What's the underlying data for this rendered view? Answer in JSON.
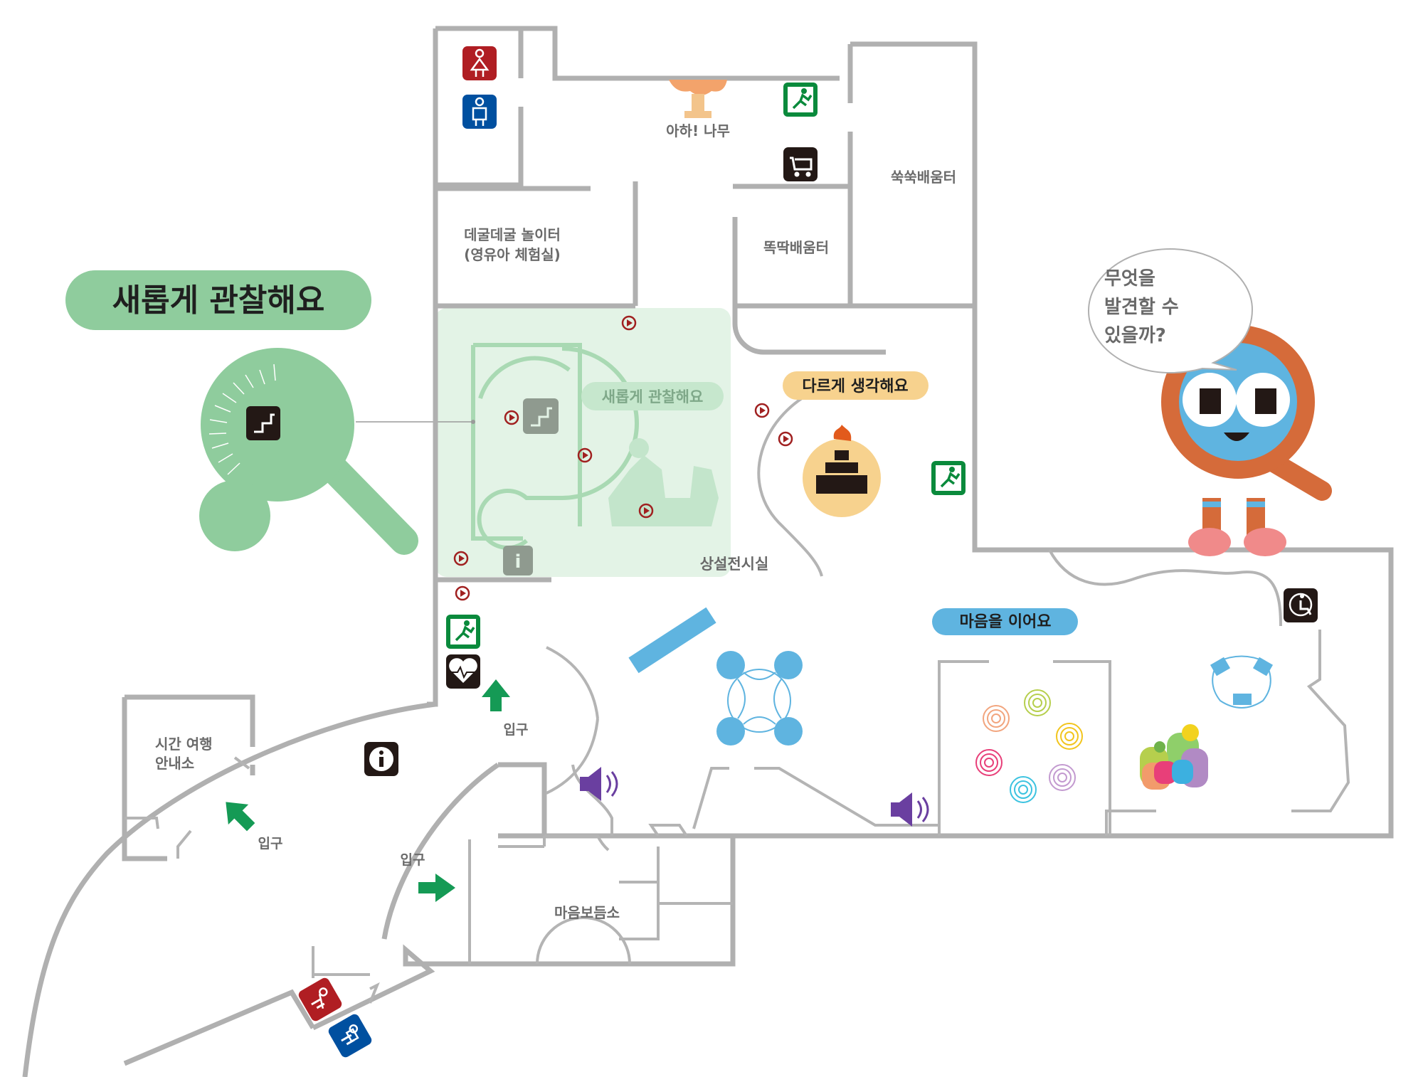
{
  "labels": {
    "tree": "아하! 나무",
    "room_ssuk": "쑥쑥배움터",
    "room_ddokddak": "똑딱배움터",
    "room_degul_1": "데굴데굴 놀이터",
    "room_degul_2": "(영유아 체험실)",
    "permanent": "상설전시실",
    "time_travel_1": "시간 여행",
    "time_travel_2": "안내소",
    "entrance": "입구",
    "maeum_center": "마음보듬소",
    "speech_1": "무엇을",
    "speech_2": "발견할 수",
    "speech_3": "있을까?"
  },
  "zones": {
    "observe": "새롭게 관찰해요",
    "think": "다르게 생각해요",
    "connect": "마음을 이어요"
  },
  "colors": {
    "wall": "#b0b0b0",
    "observe_green": "#8fcc9d",
    "observe_area": "#e3f3e6",
    "think_yellow": "#f7d28e",
    "connect_blue": "#5fb4e0",
    "exit_green": "#0a8a3c",
    "toilet_red": "#b01e23",
    "toilet_blue": "#0050a0",
    "arrow_green": "#159a55",
    "speaker_purple": "#6a3fa0",
    "mascot_orange": "#d56b3a",
    "mascot_blue": "#5fb4e0",
    "mascot_pink": "#f08a8a"
  },
  "icons": [
    "womens-restroom-icon",
    "mens-restroom-icon",
    "emergency-exit-icon",
    "stroller-icon",
    "stairs-icon",
    "elevator-icon",
    "information-icon",
    "aed-icon",
    "speaker-icon",
    "wheelchair-restroom-icon",
    "entrance-arrow-icon"
  ]
}
